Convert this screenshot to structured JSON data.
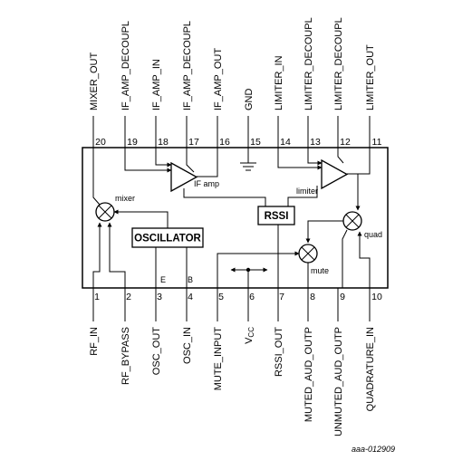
{
  "pins_top": [
    {
      "num": "20",
      "name": "MIXER_OUT"
    },
    {
      "num": "19",
      "name": "IF_AMP_DECOUPL"
    },
    {
      "num": "18",
      "name": "IF_AMP_IN"
    },
    {
      "num": "17",
      "name": "IF_AMP_DECOUPL"
    },
    {
      "num": "16",
      "name": "IF_AMP_OUT"
    },
    {
      "num": "15",
      "name": "GND"
    },
    {
      "num": "14",
      "name": "LIMITER_IN"
    },
    {
      "num": "13",
      "name": "LIMITER_DECOUPL"
    },
    {
      "num": "12",
      "name": "LIMITER_DECOUPL"
    },
    {
      "num": "11",
      "name": "LIMITER_OUT"
    }
  ],
  "pins_bottom": [
    {
      "num": "1",
      "name": "RF_IN"
    },
    {
      "num": "2",
      "name": "RF_BYPASS"
    },
    {
      "num": "3",
      "name": "OSC_OUT"
    },
    {
      "num": "4",
      "name": "OSC_IN"
    },
    {
      "num": "5",
      "name": "MUTE_INPUT"
    },
    {
      "num": "6",
      "name": "V",
      "sub": "CC"
    },
    {
      "num": "7",
      "name": "RSSI_OUT"
    },
    {
      "num": "8",
      "name": "MUTED_AUD_OUTP"
    },
    {
      "num": "9",
      "name": "UNMUTED_AUD_OUTP"
    },
    {
      "num": "10",
      "name": "QUADRATURE_IN"
    }
  ],
  "blocks": {
    "mixer": "mixer",
    "if_amp": "IF amp",
    "limiter": "limiter",
    "rssi": "RSSI",
    "oscillator": "OSCILLATOR",
    "quad": "quad",
    "mute": "mute",
    "osc_pin_e": "E",
    "osc_pin_b": "B"
  },
  "figure_ref": "aaa-012909"
}
